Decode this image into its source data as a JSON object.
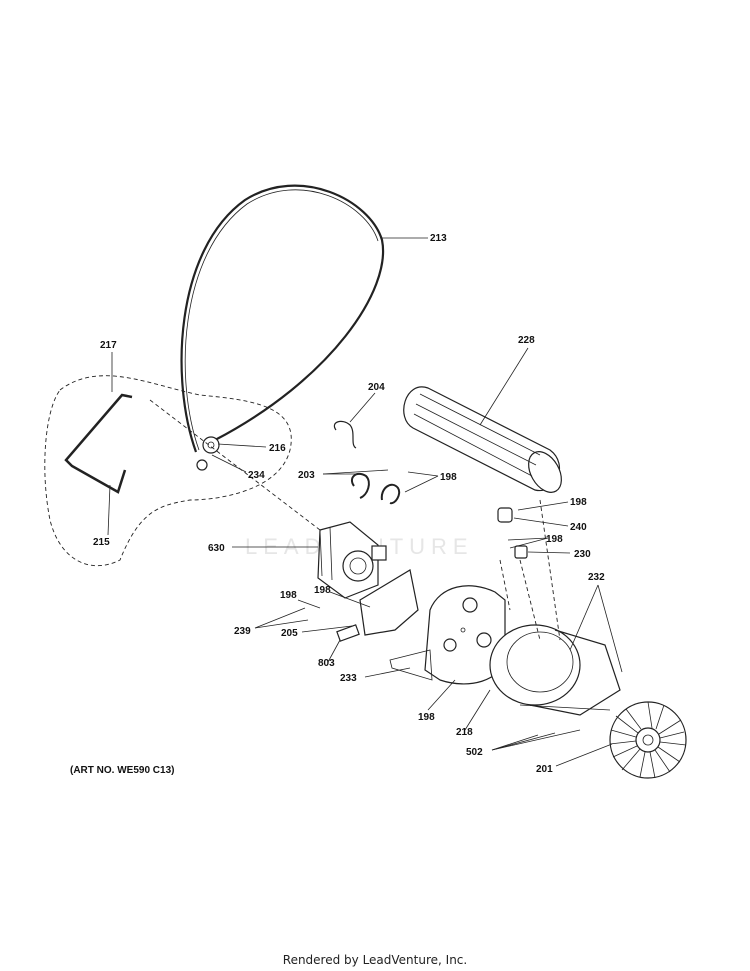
{
  "labels": {
    "p213": "213",
    "p217": "217",
    "p228": "228",
    "p204": "204",
    "p216": "216",
    "p234": "234",
    "p203": "203",
    "p198a": "198",
    "p198b": "198",
    "p240": "240",
    "p198c": "198",
    "p230": "230",
    "p215": "215",
    "p630": "630",
    "p232": "232",
    "p198d": "198",
    "p198e": "198",
    "p239": "239",
    "p205": "205",
    "p803": "803",
    "p233": "233",
    "p198f": "198",
    "p218": "218",
    "p502": "502",
    "p201": "201"
  },
  "art_number": "(ART NO. WE590 C13)",
  "watermark": "LEADVENTURE",
  "footer": "Rendered by LeadVenture, Inc."
}
